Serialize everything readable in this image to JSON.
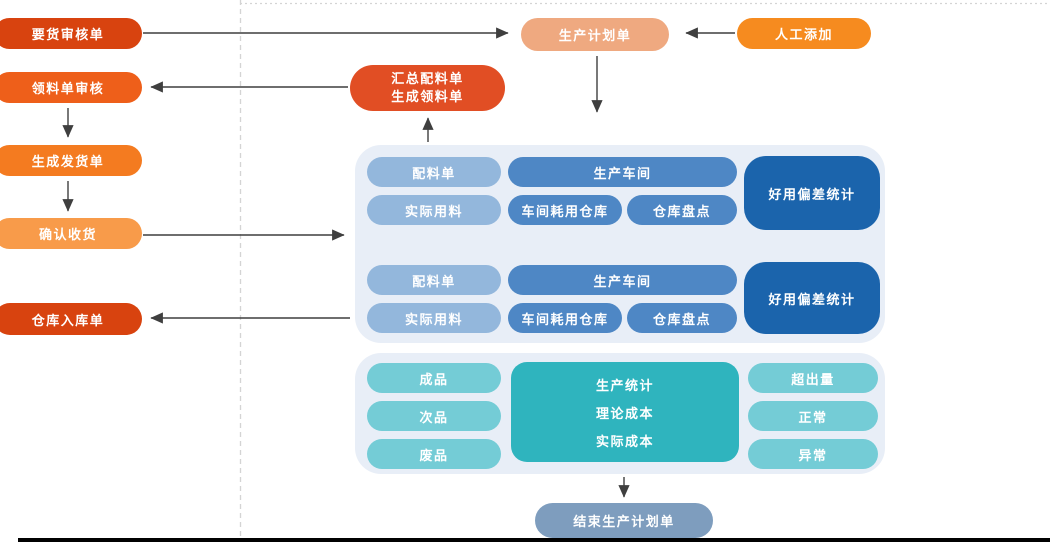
{
  "diagram": {
    "left_flow": {
      "demand_review": "要货审核单",
      "material_request_review": "领料单审核",
      "create_delivery_order": "生成发货单",
      "confirm_receipt": "确认收货",
      "warehouse_inbound_order": "仓库入库单"
    },
    "planning": {
      "production_plan": "生产计划单",
      "manual_add": "人工添加",
      "summary_line1": "汇总配料单",
      "summary_line2": "生成领料单"
    },
    "workshop_panel": {
      "group1": {
        "batching_list": "配料单",
        "production_workshop": "生产车间",
        "actual_material_usage": "实际用料",
        "workshop_consumption_warehouse": "车间耗用仓库",
        "warehouse_stocktake": "仓库盘点",
        "usage_deviation_stats": "好用偏差统计"
      },
      "group2": {
        "batching_list": "配料单",
        "production_workshop": "生产车间",
        "actual_material_usage": "实际用料",
        "workshop_consumption_warehouse": "车间耗用仓库",
        "warehouse_stocktake": "仓库盘点",
        "usage_deviation_stats": "好用偏差统计"
      }
    },
    "stats_panel": {
      "finished_product": "成品",
      "defective_product": "次品",
      "scrap_product": "废品",
      "production_stats": "生产统计",
      "theoretical_cost": "理论成本",
      "actual_cost": "实际成本",
      "excess_amount": "超出量",
      "normal": "正常",
      "abnormal": "异常"
    },
    "end": {
      "end_production_plan": "结束生产计划单"
    },
    "colors": {
      "deep_orange_red": "#d8430f",
      "orange_review": "#ee5f1a",
      "orange_delivery": "#f47b20",
      "orange_confirm": "#f89b4a",
      "salmon_plan": "#efa980",
      "orange_manual": "#f68b1f",
      "red_summary": "#e14e24",
      "panel_bg": "#e8eef7",
      "blue_light": "#93b7dc",
      "blue_mid": "#4e87c5",
      "blue_dark": "#1b64ac",
      "teal_light": "#74ccd6",
      "teal_box": "#2fb4be",
      "slate_end": "#7e9dbe",
      "arrow": "#3f3f3f",
      "guide_line": "#d4d4d4"
    }
  }
}
